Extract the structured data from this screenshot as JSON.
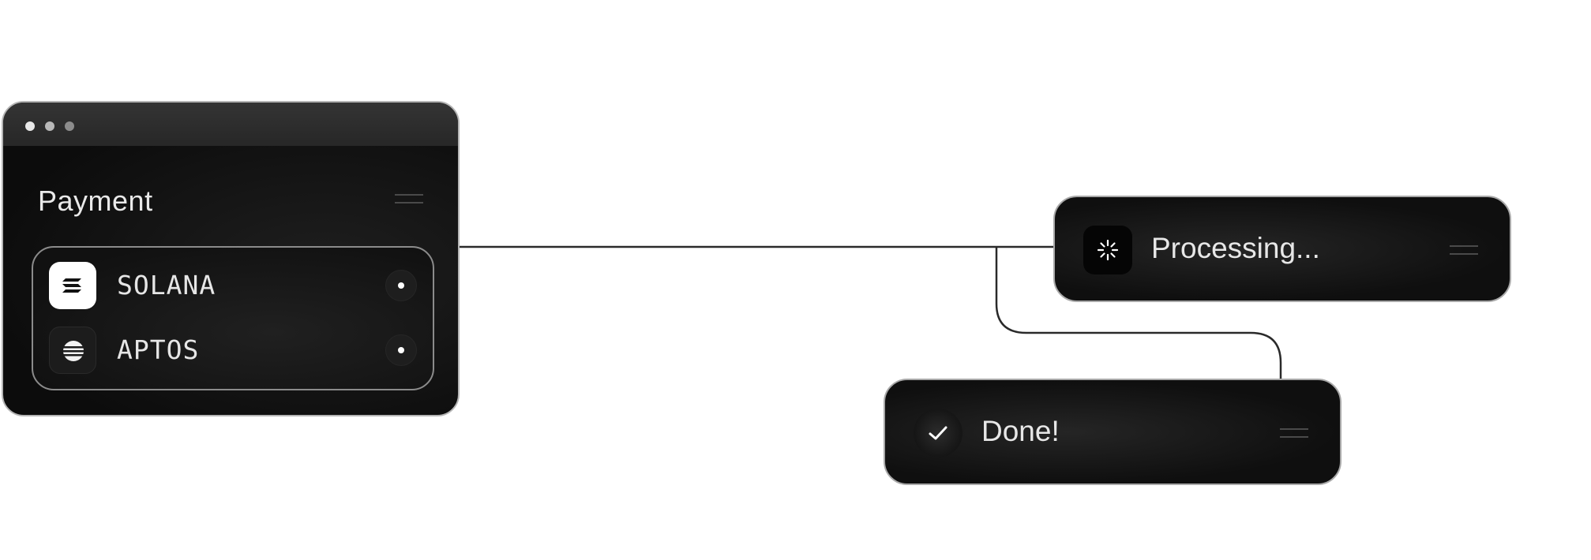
{
  "payment_window": {
    "title": "Payment",
    "options": [
      {
        "label": "SOLANA",
        "icon": "solana-logo-icon",
        "selected": true
      },
      {
        "label": "APTOS",
        "icon": "aptos-logo-icon",
        "selected": false
      }
    ]
  },
  "status_steps": [
    {
      "label": "Processing...",
      "icon": "spinner-icon"
    },
    {
      "label": "Done!",
      "icon": "check-icon"
    }
  ],
  "colors": {
    "card_background": "#0f0f0f",
    "card_border": "#a8a8a8",
    "connector": "#2a2a2a",
    "text": "#e7e7e7"
  }
}
